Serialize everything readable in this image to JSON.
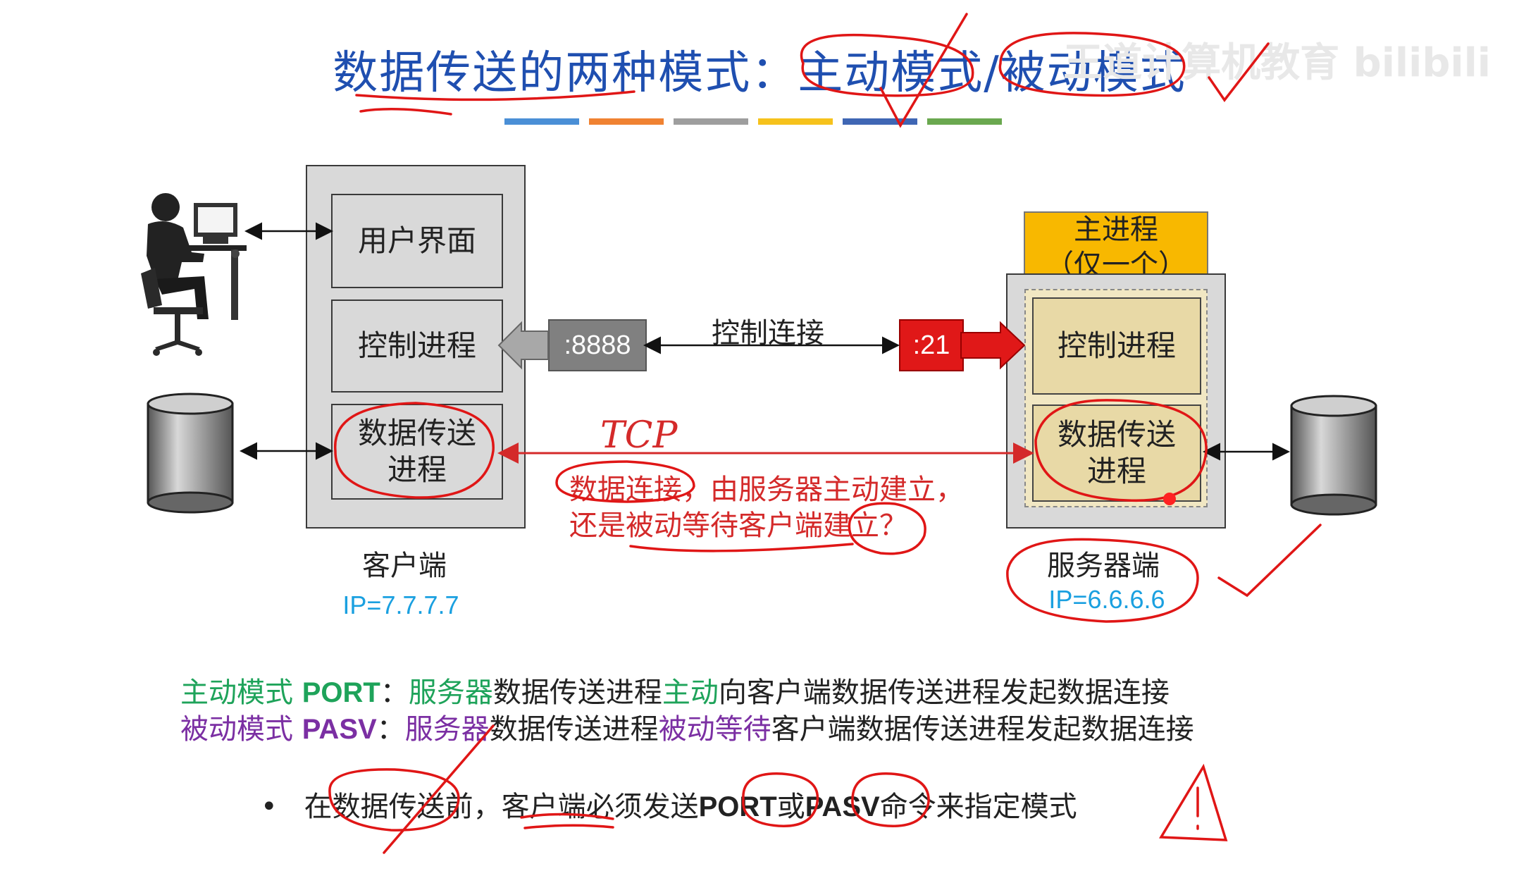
{
  "title": {
    "part1": "数据传送的两种模式：",
    "active": "主动模式",
    "slash": "/",
    "passive": "被动模式"
  },
  "watermark": "王道计算机教育 bilibili",
  "accent_bars": [
    "#4a8fd6",
    "#f08232",
    "#9e9e9e",
    "#f6c21c",
    "#3f66b4",
    "#6aa84f"
  ],
  "client": {
    "ui_box": "用户界面",
    "control_box": "控制进程",
    "data_box_line1": "数据传送",
    "data_box_line2": "进程",
    "caption": "客户端",
    "ip": "IP=7.7.7.7"
  },
  "server": {
    "main_process_line1": "主进程",
    "main_process_line2": "（仅一个）",
    "control_box": "控制进程",
    "data_box_line1": "数据传送",
    "data_box_line2": "进程",
    "caption": "服务器端",
    "ip": "IP=6.6.6.6"
  },
  "connections": {
    "client_port": ":8888",
    "server_port": ":21",
    "control_label": "控制连接",
    "tcp_note": "TCP",
    "data_question_line1": "数据连接，由服务器主动建立，",
    "data_question_line2": "还是被动等待客户端建立？"
  },
  "modes": {
    "port_name": "主动模式 ",
    "port_cmd": "PORT",
    "port_colon": "：",
    "port_subject": "服务器",
    "port_mid1": "数据传送进程",
    "port_key": "主动",
    "port_rest": "向客户端数据传送进程发起数据连接",
    "pasv_name": "被动模式 ",
    "pasv_cmd": "PASV",
    "pasv_colon": "：",
    "pasv_subject": "服务器",
    "pasv_mid1": "数据传送进程",
    "pasv_key": "被动等待",
    "pasv_rest": "客户端数据传送进程发起数据连接"
  },
  "note": {
    "bullet": "•",
    "text1": "在数据传送前，客户端必须发送",
    "cmd1": "PORT",
    "text2": "或",
    "cmd2": "PASV",
    "text3": "命令来指定模式"
  },
  "colors": {
    "title": "#1f4fb0",
    "green": "#1ea35a",
    "purple": "#7b2fa3",
    "annotation_red": "#d42a2a",
    "ip_blue": "#1aa0e0",
    "main_process_fill": "#f8b800",
    "server_port_fill": "#e01818",
    "client_port_fill": "#808080"
  }
}
